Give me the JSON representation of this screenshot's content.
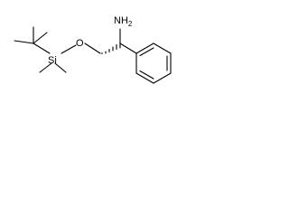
{
  "molecule": {
    "atoms": {
      "amine_label": "NH",
      "amine_subscript": "2",
      "oxygen_label": "O",
      "silicon_label": "Si"
    }
  }
}
